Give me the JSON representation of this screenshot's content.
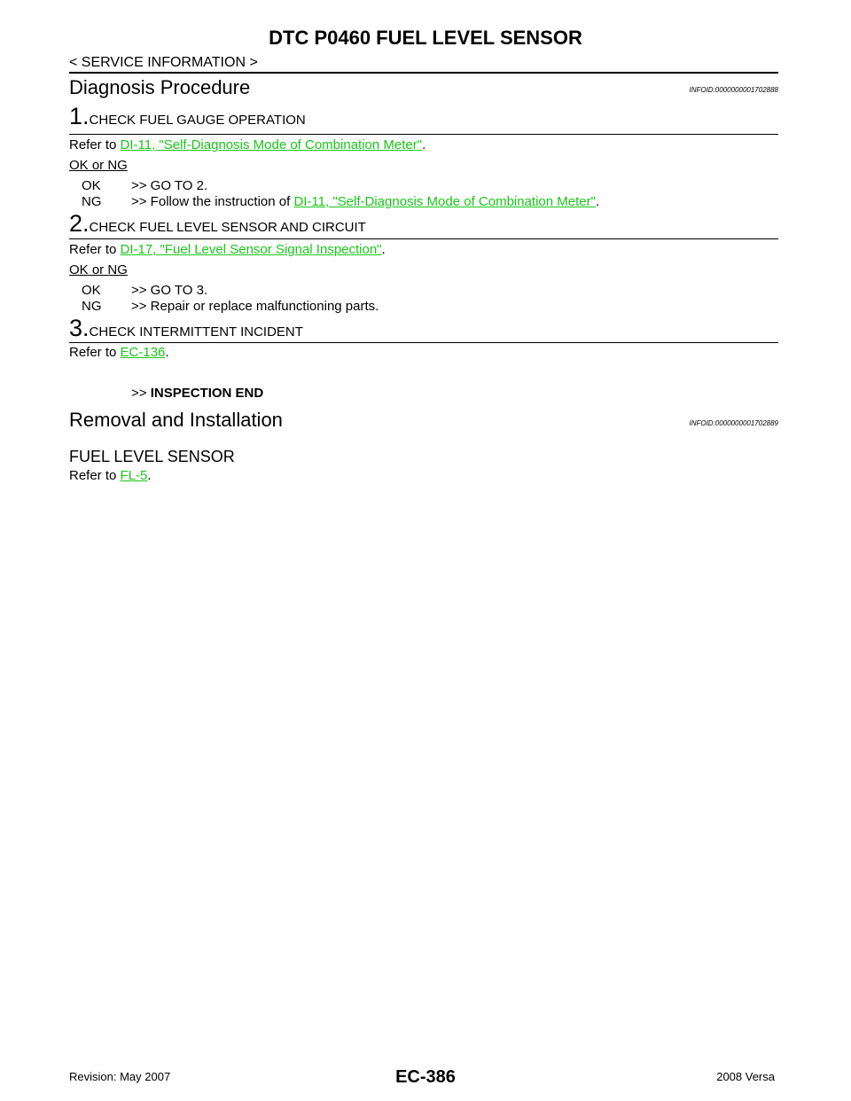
{
  "header": {
    "title": "DTC P0460 FUEL LEVEL SENSOR",
    "breadcrumb": "< SERVICE INFORMATION >"
  },
  "diagnosis": {
    "heading": "Diagnosis Procedure",
    "infoid": "INFOID:0000000001702888",
    "steps": [
      {
        "num": "1.",
        "title": "CHECK FUEL GAUGE OPERATION",
        "refer_prefix": "Refer to ",
        "refer_link": "DI-11, \"Self-Diagnosis Mode of Combination Meter\"",
        "refer_suffix": ".",
        "ok_ng": "OK or NG",
        "results": [
          {
            "code": "OK",
            "text": ">> GO TO 2."
          },
          {
            "code": "NG",
            "text_prefix": ">> Follow the instruction of ",
            "link": "DI-11, \"Self-Diagnosis Mode of Combination Meter\"",
            "suffix": "."
          }
        ]
      },
      {
        "num": "2.",
        "title": "CHECK FUEL LEVEL SENSOR AND CIRCUIT",
        "refer_prefix": "Refer to ",
        "refer_link": "DI-17, \"Fuel Level Sensor Signal Inspection\"",
        "refer_suffix": ".",
        "ok_ng": "OK or NG",
        "results": [
          {
            "code": "OK",
            "text": ">> GO TO 3."
          },
          {
            "code": "NG",
            "text": ">> Repair or replace malfunctioning parts."
          }
        ]
      },
      {
        "num": "3.",
        "title": "CHECK INTERMITTENT INCIDENT",
        "refer_prefix": "Refer to ",
        "refer_link": "EC-136",
        "refer_suffix": ".",
        "end_prefix": ">> ",
        "end_text": "INSPECTION END"
      }
    ]
  },
  "removal": {
    "heading": "Removal and Installation",
    "infoid": "INFOID:0000000001702889",
    "subheading": "FUEL LEVEL SENSOR",
    "refer_prefix": "Refer to ",
    "refer_link": "FL-5",
    "refer_suffix": "."
  },
  "footer": {
    "revision": "Revision: May 2007",
    "page": "EC-386",
    "model": "2008 Versa"
  }
}
